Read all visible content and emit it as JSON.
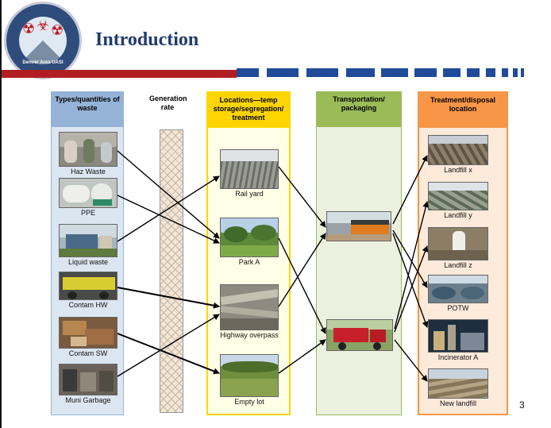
{
  "title": "Introduction",
  "page_number": "3",
  "logo": {
    "caption": "Denver Area UASI"
  },
  "colors": {
    "title": "#1f3c6e",
    "red_bar": "#b01e22",
    "blue_bar": "#1f4b99"
  },
  "columns": [
    {
      "id": "types",
      "header": "Types/quantities of waste",
      "header_bg": "#95b3d7",
      "body_bg": "#dce6f1",
      "border": "#95b3d7"
    },
    {
      "id": "rate",
      "header": "Generation rate",
      "header_bg": "#ffffff",
      "body_bg": "#f2e6d9",
      "border": "#999999"
    },
    {
      "id": "locations",
      "header": "Locations—temp storage/segregation/ treatment",
      "header_bg": "#ffd500",
      "body_bg": "#fffee6",
      "border": "#ffd500"
    },
    {
      "id": "transport",
      "header": "Transportation/ packaging",
      "header_bg": "#9bbb59",
      "body_bg": "#ebf1de",
      "border": "#9bbb59"
    },
    {
      "id": "disposal",
      "header": "Treatment/disposal location",
      "header_bg": "#f79646",
      "body_bg": "#fdeada",
      "border": "#f79646"
    }
  ],
  "waste_types": [
    {
      "label": "Haz Waste",
      "icon": "haz-waste-photo"
    },
    {
      "label": "PPE",
      "icon": "ppe-photo"
    },
    {
      "label": "Liquid waste",
      "icon": "liquid-waste-photo"
    },
    {
      "label": "Contam HW",
      "icon": "contam-hw-photo"
    },
    {
      "label": "Contam SW",
      "icon": "contam-sw-photo"
    },
    {
      "label": "Muni Garbage",
      "icon": "muni-garbage-photo"
    }
  ],
  "locations": [
    {
      "label": "Rail yard",
      "icon": "rail-yard-photo"
    },
    {
      "label": "Park A",
      "icon": "park-photo"
    },
    {
      "label": "Highway overpass",
      "icon": "highway-overpass-photo"
    },
    {
      "label": "Empty lot",
      "icon": "empty-lot-photo"
    }
  ],
  "transport": [
    {
      "label": "",
      "icon": "train-photo"
    },
    {
      "label": "",
      "icon": "dump-truck-photo"
    }
  ],
  "disposal": [
    {
      "label": "Landfill x",
      "icon": "landfill-photo"
    },
    {
      "label": "Landfill y",
      "icon": "landfill-photo"
    },
    {
      "label": "Landfill z",
      "icon": "landfill-worker-photo"
    },
    {
      "label": "POTW",
      "icon": "treatment-plant-photo"
    },
    {
      "label": "Incinerator A",
      "icon": "incinerator-photo"
    },
    {
      "label": "New landfill",
      "icon": "landfill-photo"
    }
  ]
}
